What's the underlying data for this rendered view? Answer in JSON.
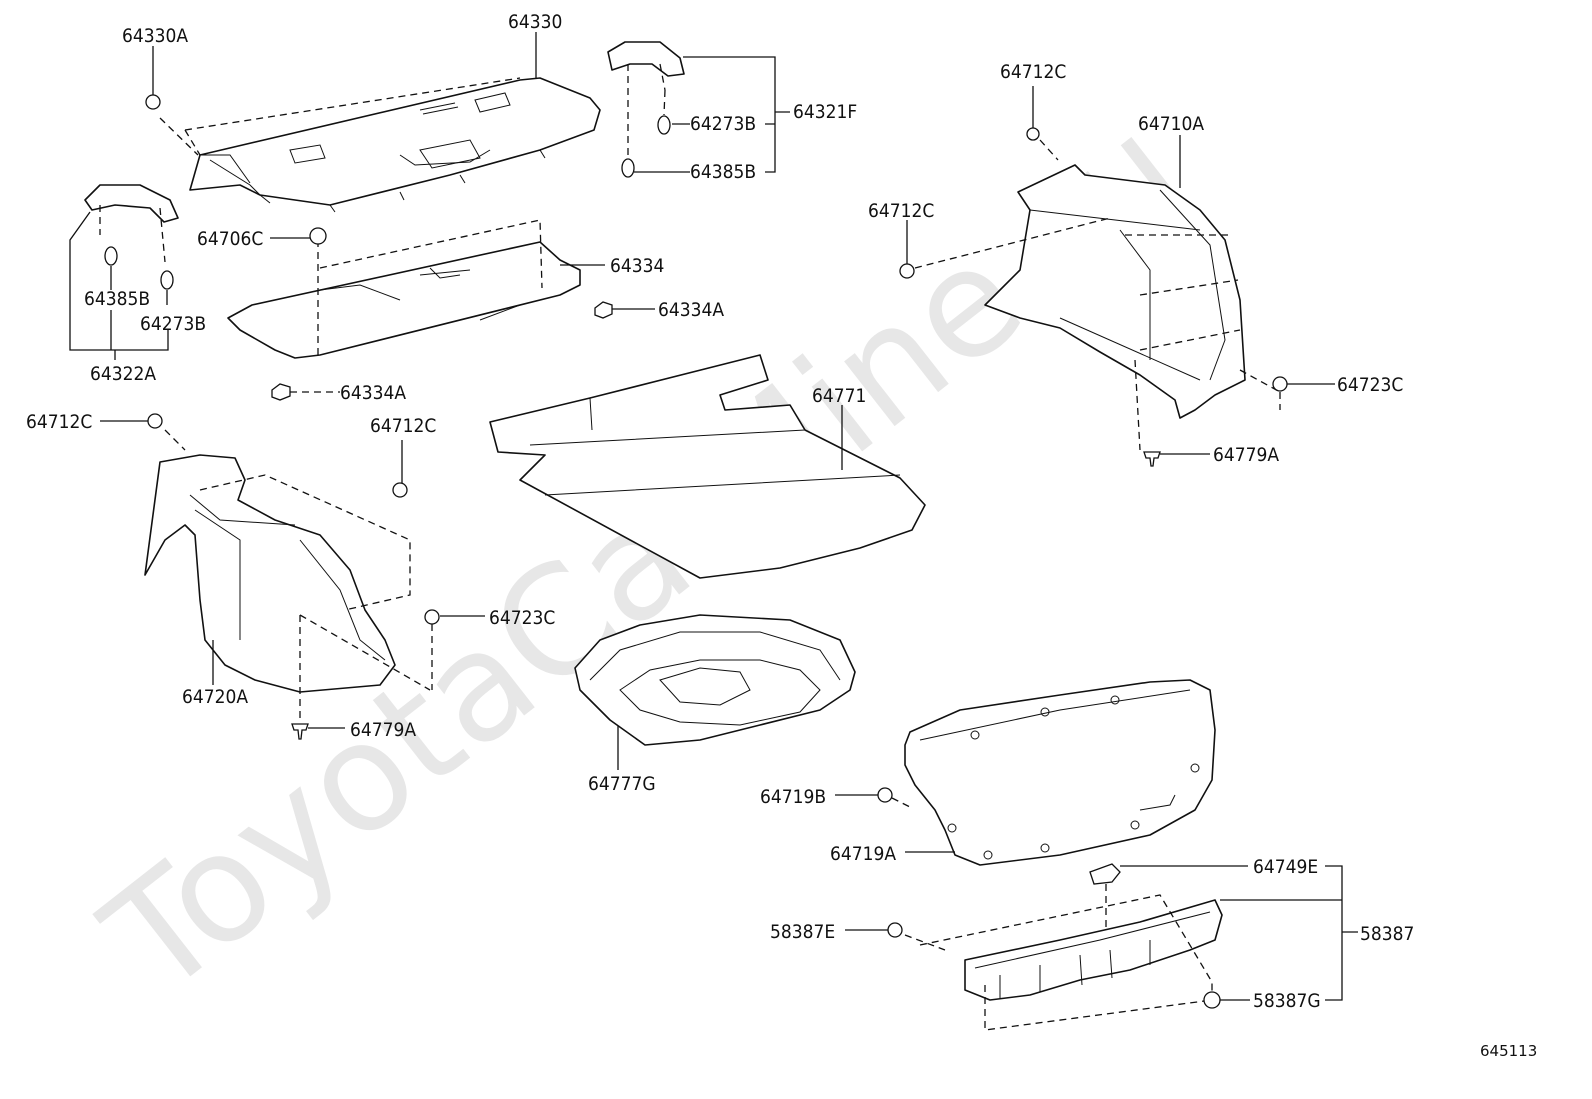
{
  "watermark": "ToyotaCarMine.ru",
  "figure_code": "645113",
  "labels": {
    "p64330A": "64330A",
    "p64330": "64330",
    "p64321F": "64321F",
    "p64273B_top": "64273B",
    "p64385B_top": "64385B",
    "p64712C_r1": "64712C",
    "p64710A": "64710A",
    "p64712C_r2": "64712C",
    "p64706C": "64706C",
    "p64334": "64334",
    "p64334A_r": "64334A",
    "p64385B_l": "64385B",
    "p64273B_l": "64273B",
    "p64322A": "64322A",
    "p64334A_l": "64334A",
    "p64712C_l1": "64712C",
    "p64712C_l2": "64712C",
    "p64771": "64771",
    "p64723C_r": "64723C",
    "p64779A_r": "64779A",
    "p64723C_l": "64723C",
    "p64720A": "64720A",
    "p64779A_l": "64779A",
    "p64777G": "64777G",
    "p64719B": "64719B",
    "p64719A": "64719A",
    "p64749E": "64749E",
    "p58387E": "58387E",
    "p58387": "58387",
    "p58387G": "58387G"
  }
}
